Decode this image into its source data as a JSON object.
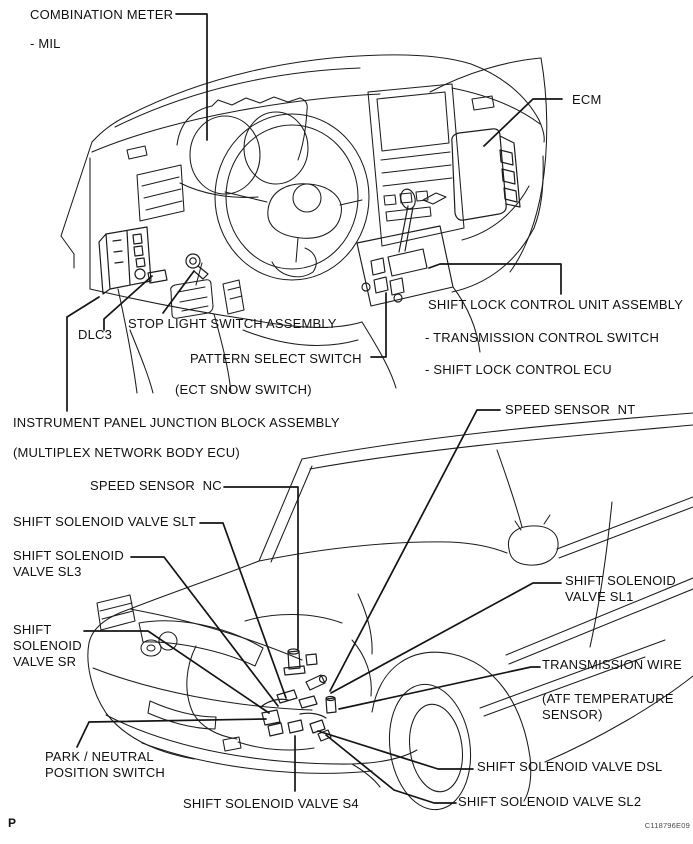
{
  "figure": {
    "page_marker": "P",
    "figure_code": "C118796E09",
    "ink_color": "#1c1c1c",
    "background_color": "#ffffff"
  },
  "interior_view": {
    "description": "instrument panel component location line drawing",
    "labels": {
      "combination_meter": "COMBINATION METER",
      "mil": "- MIL",
      "ecm": "ECM",
      "dlc3": "DLC3",
      "stop_light_switch": "STOP LIGHT SWITCH ASSEMBLY",
      "pattern_select_switch": "PATTERN SELECT SWITCH",
      "ect_snow_switch": "(ECT SNOW SWITCH)",
      "shift_lock_unit": "SHIFT LOCK CONTROL UNIT ASSEMBLY",
      "transmission_control_switch": "- TRANSMISSION CONTROL SWITCH",
      "shift_lock_ecu": "- SHIFT LOCK CONTROL ECU",
      "junction_block": "INSTRUMENT PANEL JUNCTION BLOCK ASSEMBLY",
      "multiplex_ecu": "(MULTIPLEX NETWORK BODY ECU)"
    }
  },
  "engine_view": {
    "description": "vehicle front three-quarter line drawing with transmission components",
    "labels": {
      "speed_sensor_nt": "SPEED SENSOR  NT",
      "speed_sensor_nc": "SPEED SENSOR  NC",
      "solenoid_slt": "SHIFT SOLENOID VALVE SLT",
      "solenoid_sl3": "SHIFT SOLENOID\nVALVE SL3",
      "solenoid_sr": "SHIFT\nSOLENOID\nVALVE SR",
      "solenoid_sl1": "SHIFT SOLENOID\nVALVE SL1",
      "transmission_wire": "TRANSMISSION WIRE",
      "atf_sensor": "(ATF TEMPERATURE\nSENSOR)",
      "pnp_switch": "PARK / NEUTRAL\nPOSITION SWITCH",
      "solenoid_s4": "SHIFT SOLENOID VALVE S4",
      "solenoid_dsl": "SHIFT SOLENOID VALVE DSL",
      "solenoid_sl2": "SHIFT SOLENOID VALVE SL2"
    }
  }
}
